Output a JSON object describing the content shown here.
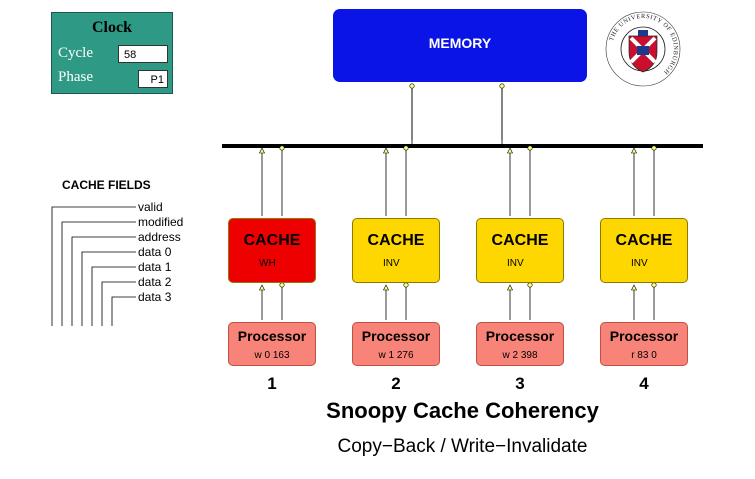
{
  "clock": {
    "title": "Clock",
    "cycle_label": "Cycle",
    "cycle_value": "58",
    "phase_label": "Phase",
    "phase_value": "P1"
  },
  "memory": {
    "label": "MEMORY"
  },
  "seal": {
    "text": "THE UNIVERSITY OF EDINBURGH",
    "icon": "university-seal-icon"
  },
  "cache_fields": {
    "title": "CACHE FIELDS",
    "items": [
      "valid",
      "modified",
      "address",
      "data 0",
      "data 1",
      "data 2",
      "data 3"
    ]
  },
  "colors": {
    "memory": "#0a14e6",
    "cache_active": "#ee0000",
    "cache_idle": "#ffd700",
    "processor": "#f88378",
    "clock": "#2e9a86"
  },
  "processors": [
    {
      "number": "1",
      "cache_label": "CACHE",
      "cache_state": "WH",
      "proc_label": "Processor",
      "op": "w 0 163",
      "active": true
    },
    {
      "number": "2",
      "cache_label": "CACHE",
      "cache_state": "INV",
      "proc_label": "Processor",
      "op": "w 1 276",
      "active": false
    },
    {
      "number": "3",
      "cache_label": "CACHE",
      "cache_state": "INV",
      "proc_label": "Processor",
      "op": "w 2 398",
      "active": false
    },
    {
      "number": "4",
      "cache_label": "CACHE",
      "cache_state": "INV",
      "proc_label": "Processor",
      "op": "r 83 0",
      "active": false
    }
  ],
  "title": "Snoopy Cache Coherency",
  "subtitle": "Copy−Back / Write−Invalidate"
}
